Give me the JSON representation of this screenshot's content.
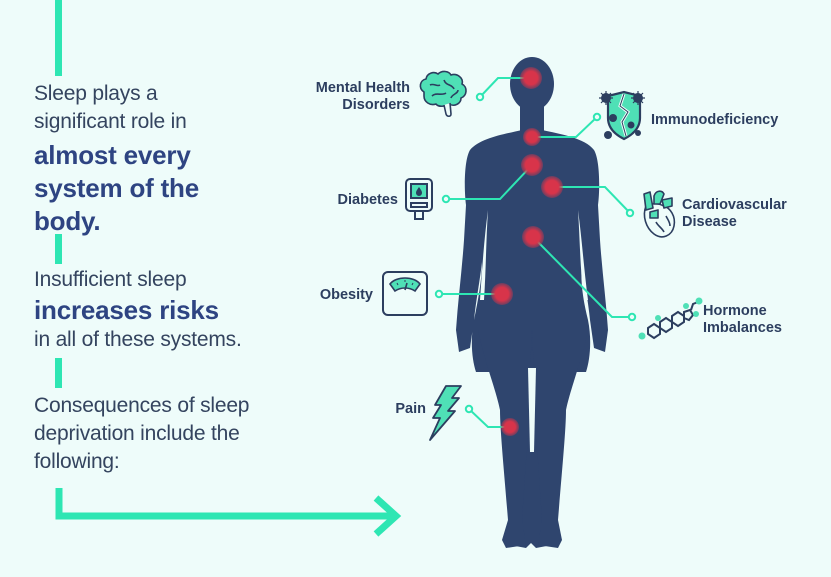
{
  "intro": {
    "block1": {
      "plain_lines": [
        "Sleep plays a",
        "significant role in"
      ],
      "strong_lines": [
        "almost every",
        "system of the",
        "body."
      ]
    },
    "block2": {
      "plain_before": "Insufficient sleep",
      "strong": "increases risks",
      "plain_after": "in all of these systems."
    },
    "block3": {
      "lines": [
        "Consequences of sleep",
        "deprivation include the",
        "following:"
      ]
    }
  },
  "conditions": [
    {
      "id": "mental-health",
      "label_lines": [
        "Mental Health",
        "Disorders"
      ],
      "icon": "brain-icon"
    },
    {
      "id": "immunodeficiency",
      "label_lines": [
        "Immunodeficiency"
      ],
      "icon": "broken-shield-virus-icon"
    },
    {
      "id": "diabetes",
      "label_lines": [
        "Diabetes"
      ],
      "icon": "glucose-meter-icon"
    },
    {
      "id": "cardiovascular",
      "label_lines": [
        "Cardiovascular",
        "Disease"
      ],
      "icon": "heart-icon"
    },
    {
      "id": "obesity",
      "label_lines": [
        "Obesity"
      ],
      "icon": "weight-scale-icon"
    },
    {
      "id": "hormone",
      "label_lines": [
        "Hormone",
        "Imbalances"
      ],
      "icon": "steroid-molecule-icon"
    },
    {
      "id": "pain",
      "label_lines": [
        "Pain"
      ],
      "icon": "lightning-bolt-icon"
    }
  ],
  "colors": {
    "background": "#eefcfa",
    "accent_green": "#2ee6b3",
    "navy_text": "#2c3e5f",
    "bold_blue": "#2e4482",
    "body_silhouette": "#2f456e",
    "hotspot_red": "#d8344a"
  }
}
